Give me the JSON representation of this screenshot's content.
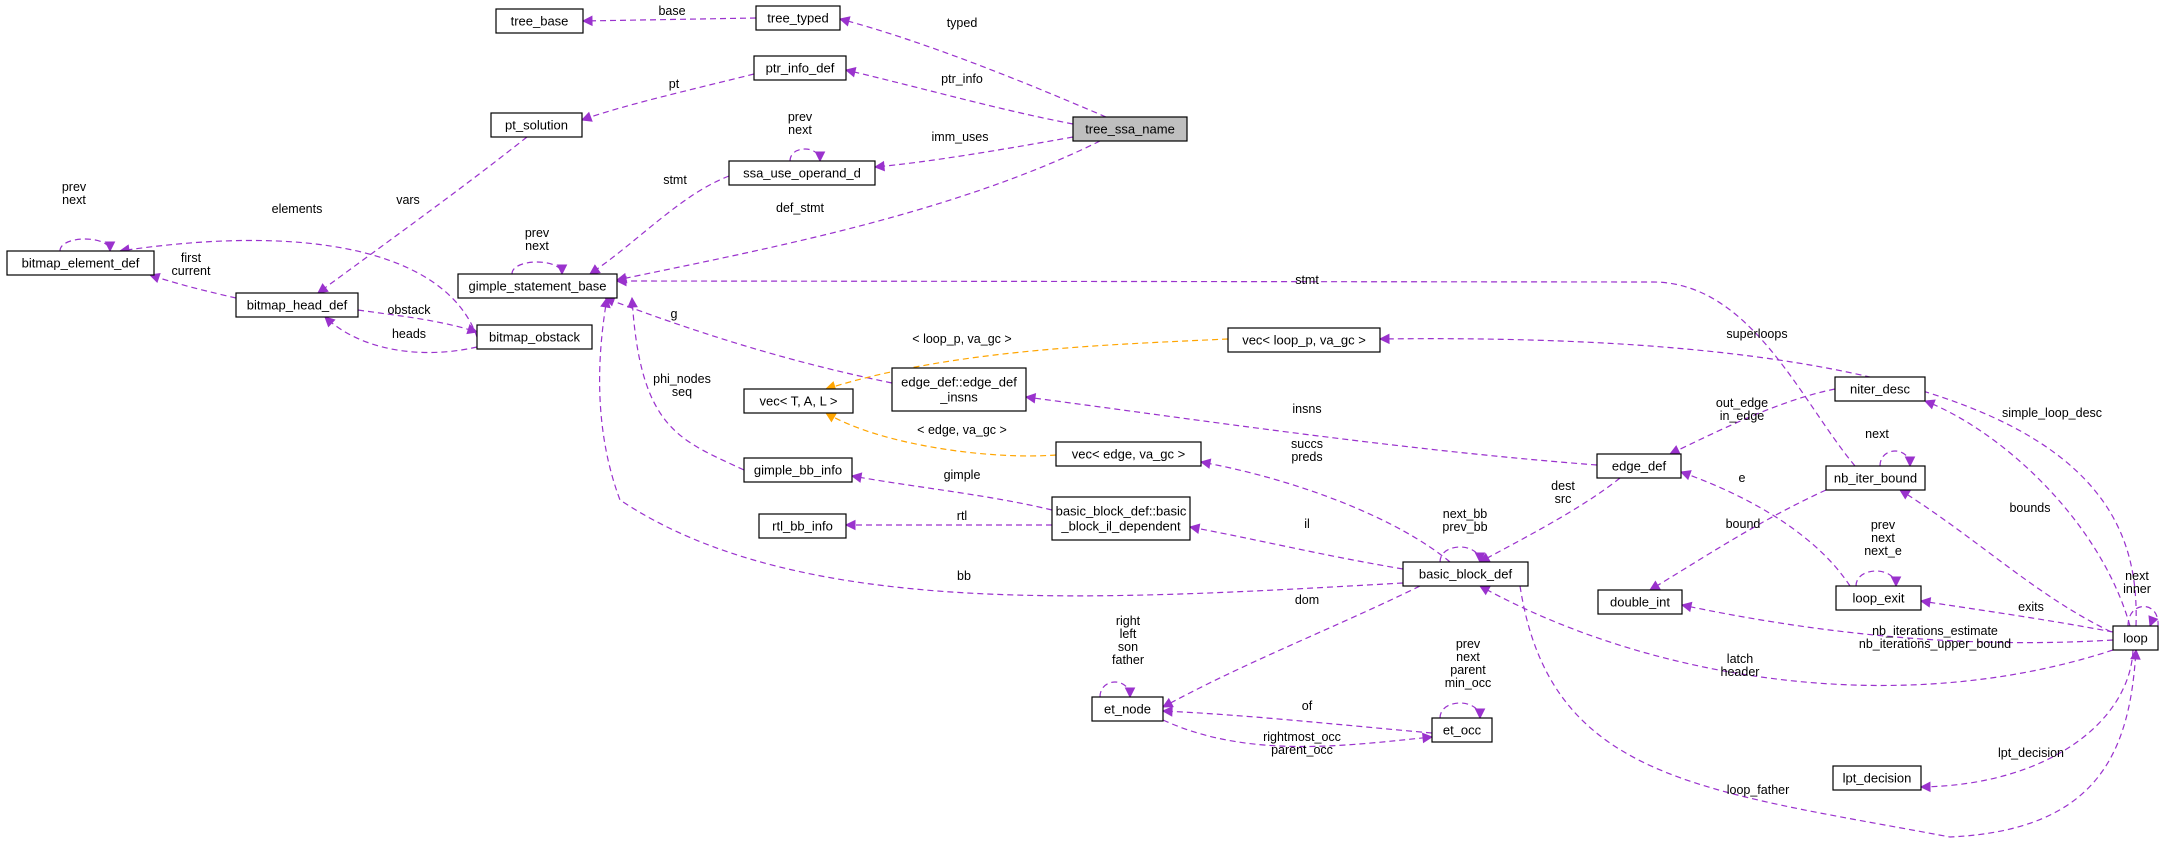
{
  "nodes": [
    {
      "id": "tree_base",
      "label": "tree_base"
    },
    {
      "id": "tree_typed",
      "label": "tree_typed"
    },
    {
      "id": "ptr_info_def",
      "label": "ptr_info_def"
    },
    {
      "id": "pt_solution",
      "label": "pt_solution"
    },
    {
      "id": "tree_ssa_name",
      "label": "tree_ssa_name"
    },
    {
      "id": "ssa_use_operand_d",
      "label": "ssa_use_operand_d"
    },
    {
      "id": "bitmap_element_def",
      "label": "bitmap_element_def"
    },
    {
      "id": "gimple_statement_base",
      "label": "gimple_statement_base"
    },
    {
      "id": "bitmap_head_def",
      "label": "bitmap_head_def"
    },
    {
      "id": "bitmap_obstack",
      "label": "bitmap_obstack"
    },
    {
      "id": "vec_loop",
      "label": "vec< loop_p, va_gc >"
    },
    {
      "id": "vec_tal",
      "label": "vec< T, A, L >"
    },
    {
      "id": "edge_insns",
      "label": "edge_def::edge_def\n_insns"
    },
    {
      "id": "niter_desc",
      "label": "niter_desc"
    },
    {
      "id": "vec_edge",
      "label": "vec< edge, va_gc >"
    },
    {
      "id": "gimple_bb_info",
      "label": "gimple_bb_info"
    },
    {
      "id": "edge_def",
      "label": "edge_def"
    },
    {
      "id": "nb_iter_bound",
      "label": "nb_iter_bound"
    },
    {
      "id": "bb_il",
      "label": "basic_block_def::basic\n_block_il_dependent"
    },
    {
      "id": "rtl_bb_info",
      "label": "rtl_bb_info"
    },
    {
      "id": "basic_block_def",
      "label": "basic_block_def"
    },
    {
      "id": "double_int",
      "label": "double_int"
    },
    {
      "id": "loop_exit",
      "label": "loop_exit"
    },
    {
      "id": "loop",
      "label": "loop"
    },
    {
      "id": "et_node",
      "label": "et_node"
    },
    {
      "id": "et_occ",
      "label": "et_occ"
    },
    {
      "id": "lpt_decision",
      "label": "lpt_decision"
    }
  ],
  "edges": [
    {
      "from": "tree_typed",
      "to": "tree_base",
      "label": "base",
      "kind": "member"
    },
    {
      "from": "tree_ssa_name",
      "to": "tree_typed",
      "label": "typed",
      "kind": "member"
    },
    {
      "from": "tree_ssa_name",
      "to": "ptr_info_def",
      "label": "ptr_info",
      "kind": "member"
    },
    {
      "from": "ptr_info_def",
      "to": "pt_solution",
      "label": "pt",
      "kind": "member"
    },
    {
      "from": "tree_ssa_name",
      "to": "ssa_use_operand_d",
      "label": "imm_uses",
      "kind": "member"
    },
    {
      "from": "ssa_use_operand_d",
      "to": "ssa_use_operand_d",
      "label": "prev\nnext",
      "kind": "member"
    },
    {
      "from": "ssa_use_operand_d",
      "to": "gimple_statement_base",
      "label": "stmt",
      "kind": "member"
    },
    {
      "from": "tree_ssa_name",
      "to": "gimple_statement_base",
      "label": "def_stmt",
      "kind": "member"
    },
    {
      "from": "gimple_statement_base",
      "to": "gimple_statement_base",
      "label": "prev\nnext",
      "kind": "member"
    },
    {
      "from": "pt_solution",
      "to": "bitmap_head_def",
      "label": "vars",
      "kind": "member"
    },
    {
      "from": "bitmap_element_def",
      "to": "bitmap_element_def",
      "label": "prev\nnext",
      "kind": "member"
    },
    {
      "from": "bitmap_obstack",
      "to": "bitmap_element_def",
      "label": "elements",
      "kind": "member"
    },
    {
      "from": "bitmap_head_def",
      "to": "bitmap_element_def",
      "label": "first\ncurrent",
      "kind": "member"
    },
    {
      "from": "bitmap_head_def",
      "to": "bitmap_obstack",
      "label": "obstack",
      "kind": "member"
    },
    {
      "from": "bitmap_obstack",
      "to": "bitmap_head_def",
      "label": "heads",
      "kind": "member"
    },
    {
      "from": "edge_insns",
      "to": "gimple_statement_base",
      "label": "g",
      "kind": "member"
    },
    {
      "from": "gimple_bb_info",
      "to": "gimple_statement_base",
      "label": "phi_nodes\nseq",
      "kind": "member"
    },
    {
      "from": "basic_block_def",
      "to": "gimple_statement_base",
      "label": "bb",
      "kind": "member"
    },
    {
      "from": "nb_iter_bound",
      "to": "gimple_statement_base",
      "label": "stmt",
      "kind": "member"
    },
    {
      "from": "vec_loop",
      "to": "vec_tal",
      "label": "< loop_p, va_gc >",
      "kind": "template"
    },
    {
      "from": "vec_edge",
      "to": "vec_tal",
      "label": "< edge, va_gc >",
      "kind": "template"
    },
    {
      "from": "loop",
      "to": "vec_loop",
      "label": "superloops",
      "kind": "member"
    },
    {
      "from": "edge_def",
      "to": "edge_insns",
      "label": "insns",
      "kind": "member"
    },
    {
      "from": "basic_block_def",
      "to": "vec_edge",
      "label": "succs\npreds",
      "kind": "member"
    },
    {
      "from": "niter_desc",
      "to": "edge_def",
      "label": "out_edge\nin_edge",
      "kind": "member"
    },
    {
      "from": "loop",
      "to": "niter_desc",
      "label": "simple_loop_desc",
      "kind": "member"
    },
    {
      "from": "bb_il",
      "to": "gimple_bb_info",
      "label": "gimple",
      "kind": "member"
    },
    {
      "from": "bb_il",
      "to": "rtl_bb_info",
      "label": "rtl",
      "kind": "member"
    },
    {
      "from": "basic_block_def",
      "to": "bb_il",
      "label": "il",
      "kind": "member"
    },
    {
      "from": "edge_def",
      "to": "basic_block_def",
      "label": "dest\nsrc",
      "kind": "member"
    },
    {
      "from": "basic_block_def",
      "to": "basic_block_def",
      "label": "next_bb\nprev_bb",
      "kind": "member"
    },
    {
      "from": "loop_exit",
      "to": "edge_def",
      "label": "e",
      "kind": "member"
    },
    {
      "from": "nb_iter_bound",
      "to": "nb_iter_bound",
      "label": "next",
      "kind": "member"
    },
    {
      "from": "loop",
      "to": "nb_iter_bound",
      "label": "bounds",
      "kind": "member"
    },
    {
      "from": "nb_iter_bound",
      "to": "double_int",
      "label": "bound",
      "kind": "member"
    },
    {
      "from": "loop_exit",
      "to": "loop_exit",
      "label": "prev\nnext\nnext_e",
      "kind": "member"
    },
    {
      "from": "loop",
      "to": "loop_exit",
      "label": "exits",
      "kind": "member"
    },
    {
      "from": "loop",
      "to": "loop",
      "label": "next\ninner",
      "kind": "member"
    },
    {
      "from": "loop",
      "to": "double_int",
      "label": "nb_iterations_estimate\nnb_iterations_upper_bound",
      "kind": "member"
    },
    {
      "from": "loop",
      "to": "basic_block_def",
      "label": "latch\nheader",
      "kind": "member"
    },
    {
      "from": "basic_block_def",
      "to": "et_node",
      "label": "dom",
      "kind": "member"
    },
    {
      "from": "et_node",
      "to": "et_node",
      "label": "right\nleft\nson\nfather",
      "kind": "member"
    },
    {
      "from": "et_occ",
      "to": "et_occ",
      "label": "prev\nnext\nparent\nmin_occ",
      "kind": "member"
    },
    {
      "from": "et_occ",
      "to": "et_node",
      "label": "of",
      "kind": "member"
    },
    {
      "from": "et_node",
      "to": "et_occ",
      "label": "rightmost_occ\nparent_occ",
      "kind": "member"
    },
    {
      "from": "loop",
      "to": "lpt_decision",
      "label": "lpt_decision",
      "kind": "member"
    },
    {
      "from": "basic_block_def",
      "to": "loop",
      "label": "loop_father",
      "kind": "member"
    }
  ],
  "colors": {
    "member_edge": "#9a32cd",
    "template_edge": "#ffa500",
    "highlight_fill": "#bfbfbf",
    "node_border": "#000000"
  }
}
